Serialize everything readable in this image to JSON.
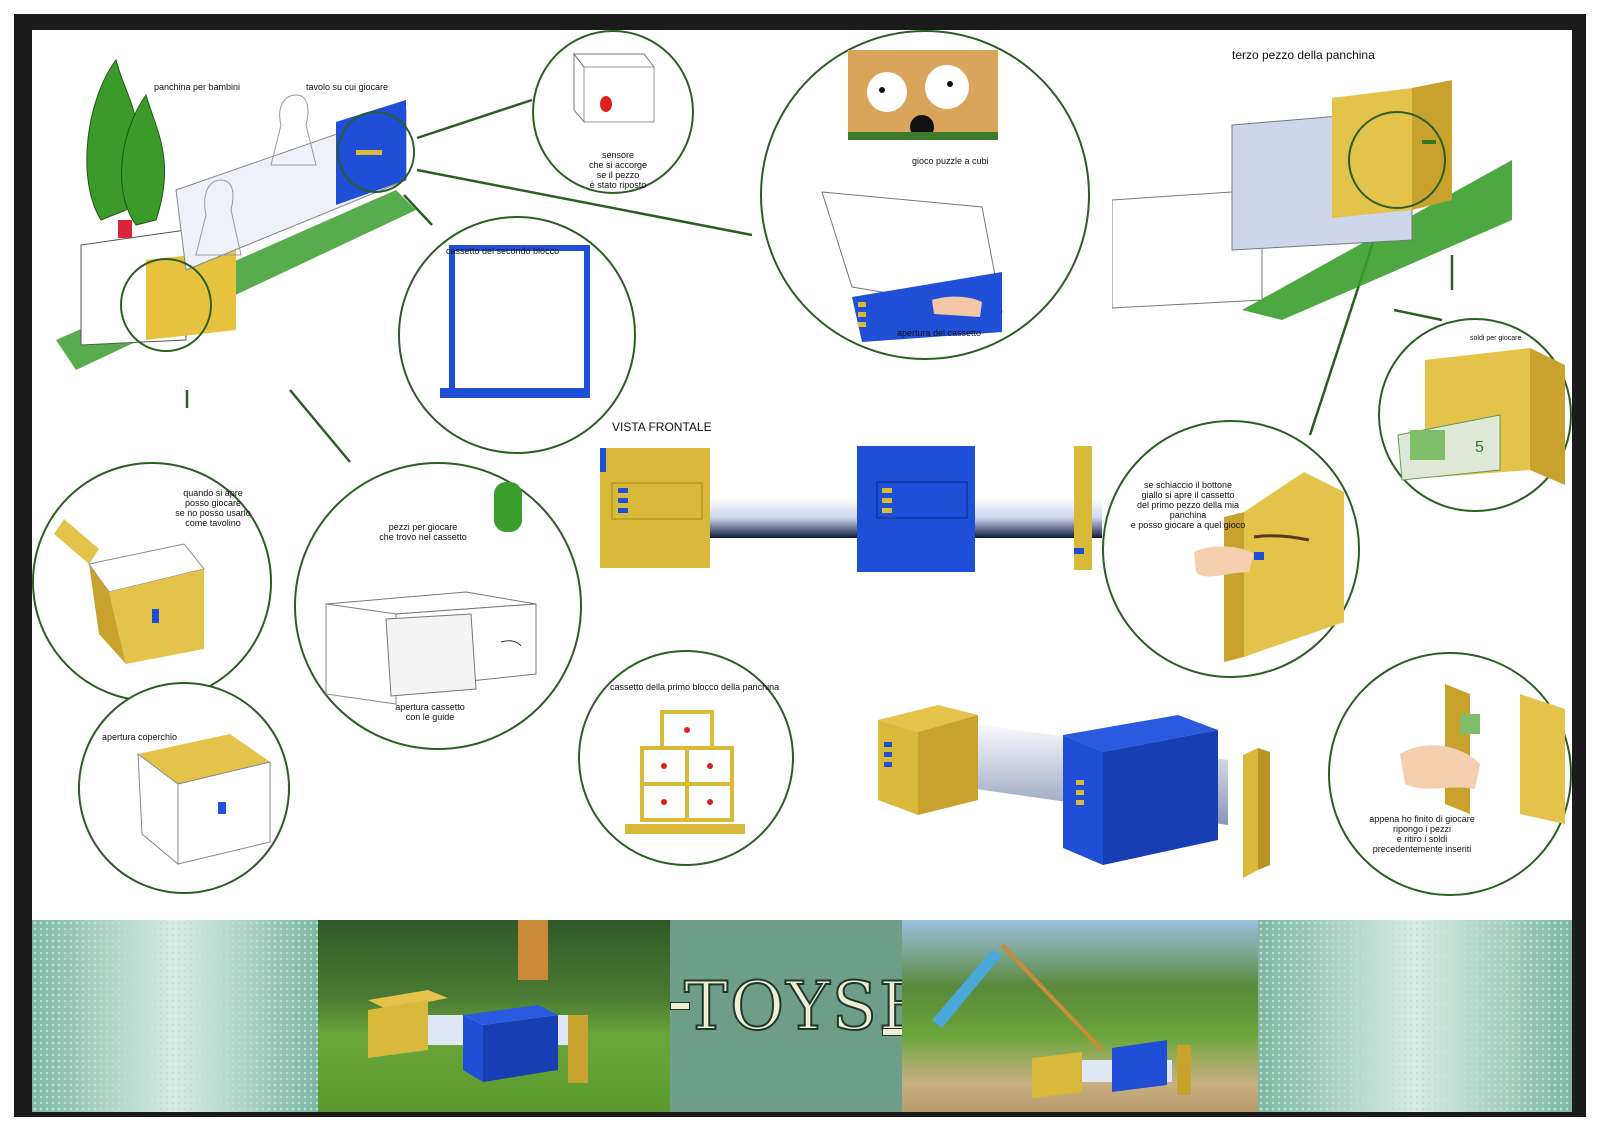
{
  "title": "TOYSBENCH",
  "labels": {
    "panchina": "panchina per bambini",
    "tavolo": "tavolo su cui giocare",
    "sensore": [
      "sensore",
      "che si accorge",
      "se il pezzo",
      "è stato riposto"
    ],
    "gioco_puzzle": "gioco puzzle a cubi",
    "apertura_cassetto_top": "apertura del cassetto",
    "terzo_pezzo": "terzo pezzo della panchina",
    "cassetto_secondo": "cassetto del secondo blocco",
    "vista_frontale": "VISTA FRONTALE",
    "soldi": "soldi per giocare",
    "quando_si_apre": [
      "quando si apre",
      "posso giocare",
      "se no posso usarlo",
      "come tavolino"
    ],
    "pezzi": [
      "pezzi per giocare",
      "che trovo nel cassetto"
    ],
    "apertura_guide": [
      "apertura cassetto",
      "con le guide"
    ],
    "schiaccio": [
      "se schiaccio il bottone",
      "giallo si apre il cassetto",
      "del primo pezzo della mia panchina",
      "e posso giocare a quel gioco"
    ],
    "apertura_coperchio": "apertura coperchio",
    "cassetto_primo": "cassetto della primo blocco della panchina",
    "finito": [
      "appena ho finito di giocare",
      "ripongo i pezzi",
      "e ritiro i soldi",
      "precedentemente inseriti"
    ],
    "money": "5"
  },
  "colors": {
    "yellow": "#d8b93a",
    "blue": "#1f4fd6",
    "green": "#3a9e2c",
    "circle": "#2a5e22",
    "teal": "#6e9e8a",
    "frame": "#1b1b1b"
  }
}
